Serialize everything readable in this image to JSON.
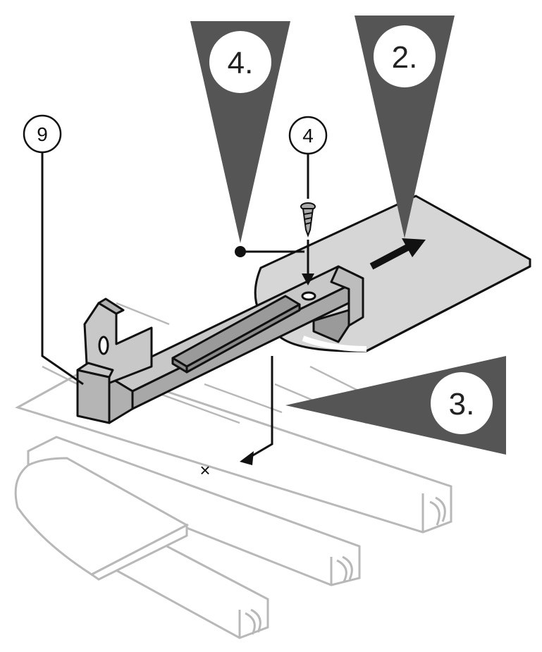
{
  "steps": {
    "step_4": "4.",
    "step_2": "2.",
    "step_3": "3."
  },
  "callouts": {
    "part_9": "9",
    "part_4": "4"
  },
  "marker": "×",
  "colors": {
    "pointer": "#555555",
    "part_fill": "#c8c8c8",
    "part_dark": "#9a9a9a",
    "line": "#111111",
    "ghost": "#b8b8b8"
  }
}
